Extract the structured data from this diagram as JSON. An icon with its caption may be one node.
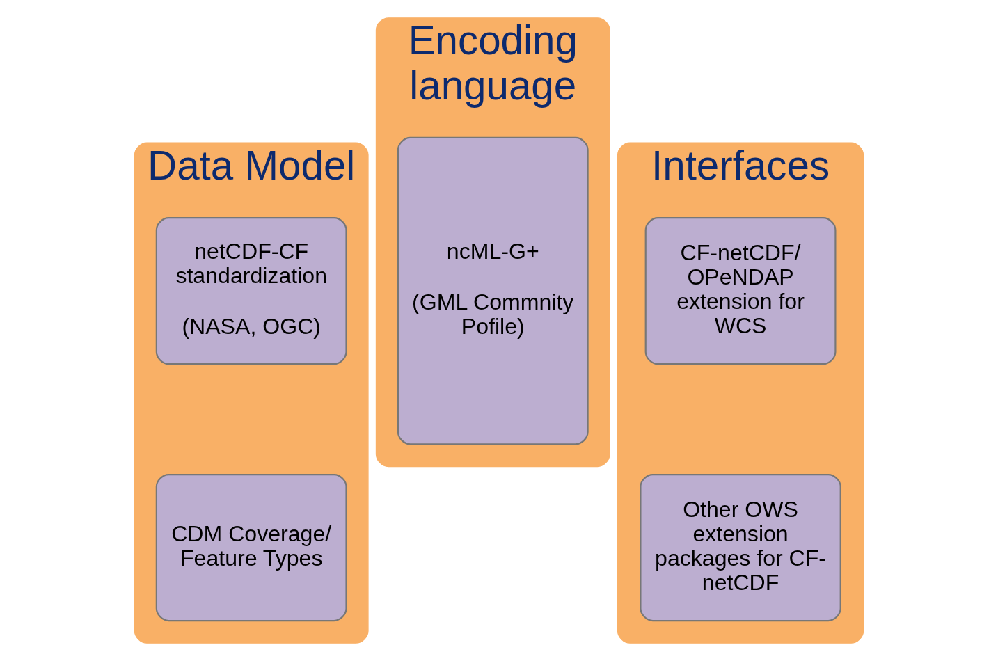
{
  "diagram": {
    "nodes": [
      {
        "text": [
          "Data Model"
        ]
      },
      {
        "text": [
          "netCDF-CF standardization",
          "(NASA, OGC)"
        ],
        "in": 0
      },
      {
        "text": [
          "CDM Coverage/ Feature Types"
        ],
        "in": 0
      },
      {
        "text": [
          "Encoding language"
        ]
      },
      {
        "text": [
          "ncML-G+",
          "(GML Commnity Pofile)"
        ],
        "in": 3
      },
      {
        "text": [
          "Interfaces"
        ]
      },
      {
        "text": [
          "CF-netCDF/ OPeNDAP extension for WCS"
        ],
        "in": 5
      },
      {
        "text": [
          "Other OWS extension packages for CF-netCDF"
        ],
        "in": 5
      }
    ],
    "edges": []
  }
}
